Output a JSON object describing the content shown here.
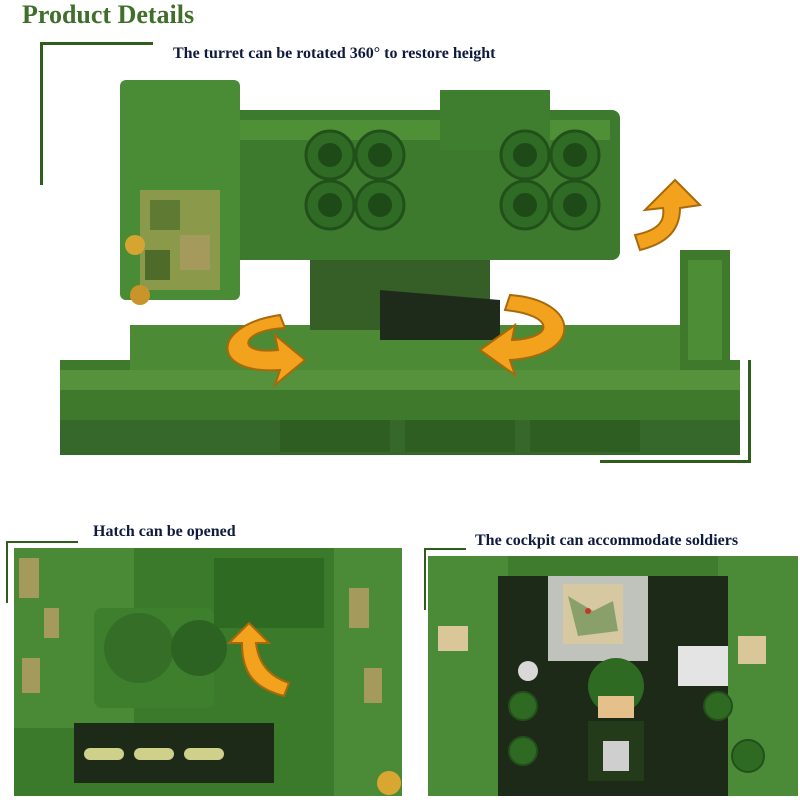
{
  "heading": "Product Details",
  "captions": {
    "turret": "The turret can be rotated 360° to restore height",
    "hatch": "Hatch can be opened",
    "cockpit": "The cockpit can accommodate soldiers"
  },
  "colors": {
    "heading": "#3f6f2a",
    "caption": "#0f1b3d",
    "frame": "#2f5d1c",
    "arrow": "#f2a21d"
  },
  "icons": [
    "rotate-arrow-icon",
    "up-arrow-icon"
  ]
}
